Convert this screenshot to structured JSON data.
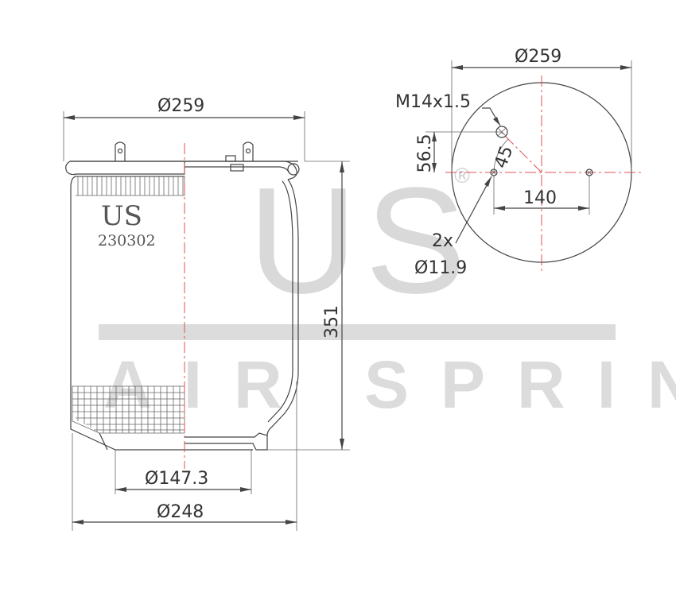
{
  "watermark": {
    "logo": "US",
    "registered": "®",
    "tagline": "AIR SPRING"
  },
  "label": {
    "brand": "US",
    "part_number": "230302"
  },
  "side_view": {
    "top_diameter": "Ø259",
    "height": "351",
    "piston_diameter": "Ø147.3",
    "bottom_diameter": "Ø248"
  },
  "top_view": {
    "plate_diameter": "Ø259",
    "thread": "M14x1.5",
    "offset": "56.5",
    "angle": "45",
    "bolt_spacing": "140",
    "hole_count": "2x",
    "hole_diameter": "Ø11.9"
  }
}
